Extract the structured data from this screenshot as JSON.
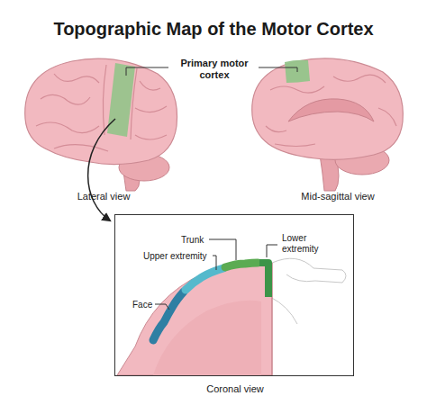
{
  "diagram": {
    "title": "Topographic Map of the Motor Cortex",
    "nodes": [
      {
        "text": [
          "Trunk",
          "Upper extremity",
          "Lower extremity",
          "Face",
          "Coronal view"
        ]
      }
    ],
    "labels": [
      "Primary motor cortex",
      "Lateral view",
      "Mid-sagittal view"
    ]
  }
}
